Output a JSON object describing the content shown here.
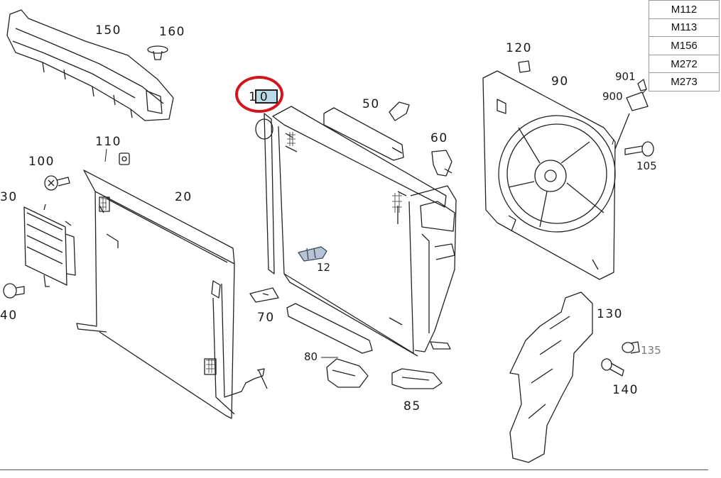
{
  "engine_codes": [
    "M112",
    "M113",
    "M156",
    "M272",
    "M273"
  ],
  "highlighted_part": "10",
  "labels": {
    "p150": "150",
    "p160": "160",
    "p120": "120",
    "p90": "90",
    "p901": "901",
    "p900": "900",
    "p50": "50",
    "p60": "60",
    "p110": "110",
    "p100": "100",
    "p130_left": "30",
    "p20": "20",
    "p105": "105",
    "p12": "12",
    "p40_left": "40",
    "p70": "70",
    "p130": "130",
    "p135": "135",
    "p80": "80",
    "p140": "140",
    "p85": "85"
  },
  "colors": {
    "highlight": "#d3141b",
    "selected_fill": "#b9dbe8",
    "callout_135": "#7a7a7a"
  }
}
